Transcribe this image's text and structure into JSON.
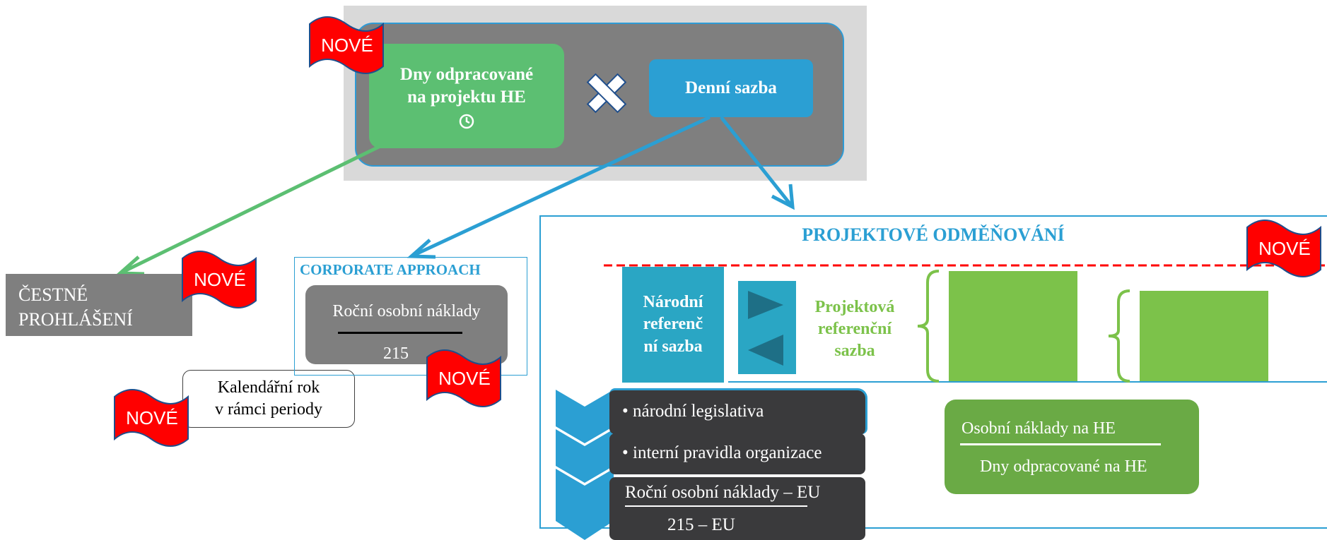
{
  "colors": {
    "blue": "#2b9fd3",
    "green": "#5cbf72",
    "light_green": "#7cc24a",
    "gray": "#7f7f7f",
    "dark": "#3a3a3c",
    "red_flag": "#ff0000"
  },
  "top_panel": {
    "green_box": {
      "line1": "Dny odpracované",
      "line2": "na projektu HE",
      "icon": "clock-icon"
    },
    "operator": "multiply-icon",
    "blue_box": {
      "label": "Denní sazba"
    }
  },
  "flag_label": "NOVÉ",
  "cestne": {
    "line1": "ČESTNÉ",
    "line2": "PROHLÁŠENÍ"
  },
  "kalendarni": {
    "line1": "Kalendářní rok",
    "line2": "v rámci periody"
  },
  "corporate": {
    "title": "CORPORATE APPROACH",
    "label": "Roční osobní náklady",
    "value": "215"
  },
  "projektove": {
    "title": "PROJEKTOVÉ ODMĚŇOVÁNÍ",
    "narodni": {
      "line1": "Národní",
      "line2": "referenč",
      "line3": "ní sazba"
    },
    "projektova": {
      "line1": "Projektová",
      "line2": "referenční",
      "line3": "sazba"
    },
    "fraction": {
      "numerator": "Osobní náklady na HE",
      "denominator": "Dny odpracované na HE"
    },
    "bars": [
      {
        "label": "• národní legislativa"
      },
      {
        "label": "• interní pravidla organizace"
      },
      {
        "label": "Roční osobní náklady – EU",
        "sub": "215 – EU"
      }
    ]
  }
}
